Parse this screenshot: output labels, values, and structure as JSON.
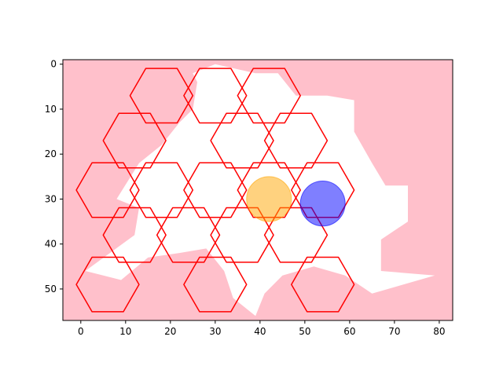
{
  "chart_data": {
    "type": "scatter",
    "subtype": "hexagon-map",
    "title": "",
    "xlabel": "",
    "ylabel": "",
    "xlim": [
      -4,
      83
    ],
    "ylim": [
      57,
      -1
    ],
    "y_inverted": true,
    "grid": false,
    "xticks": [
      0,
      10,
      20,
      30,
      40,
      50,
      60,
      70,
      80
    ],
    "yticks": [
      0,
      10,
      20,
      30,
      40,
      50
    ],
    "background_color": "#ffc0cb",
    "open_area_color": "#ffffff",
    "hexagon_color": "#ff0000",
    "hexagon_radius": 7,
    "open_area": [
      [
        25,
        2
      ],
      [
        30,
        0
      ],
      [
        39,
        2
      ],
      [
        44,
        2
      ],
      [
        48,
        7
      ],
      [
        55,
        7
      ],
      [
        61,
        8
      ],
      [
        61,
        15
      ],
      [
        65,
        22
      ],
      [
        68,
        27
      ],
      [
        73,
        27
      ],
      [
        73,
        35
      ],
      [
        67,
        39
      ],
      [
        67,
        46
      ],
      [
        79,
        47
      ],
      [
        65,
        51
      ],
      [
        59,
        47
      ],
      [
        52,
        45
      ],
      [
        45,
        47
      ],
      [
        41,
        51
      ],
      [
        39,
        56
      ],
      [
        34,
        52
      ],
      [
        32,
        46
      ],
      [
        28,
        41
      ],
      [
        22,
        42
      ],
      [
        15,
        43
      ],
      [
        9,
        48
      ],
      [
        1,
        46
      ],
      [
        12,
        38
      ],
      [
        13,
        32
      ],
      [
        8,
        30
      ],
      [
        13,
        22
      ],
      [
        18,
        18
      ],
      [
        22,
        13
      ],
      [
        25,
        10
      ],
      [
        26,
        4
      ]
    ],
    "hexagon_centers": [
      [
        18,
        7
      ],
      [
        30,
        7
      ],
      [
        42,
        7
      ],
      [
        12,
        17
      ],
      [
        36,
        17
      ],
      [
        48,
        17
      ],
      [
        6,
        28
      ],
      [
        18,
        28
      ],
      [
        30,
        28
      ],
      [
        42,
        28
      ],
      [
        54,
        28
      ],
      [
        12,
        38
      ],
      [
        24,
        38
      ],
      [
        36,
        38
      ],
      [
        48,
        38
      ],
      [
        6,
        49
      ],
      [
        30,
        49
      ],
      [
        54,
        49
      ]
    ],
    "circles": [
      {
        "x": 42,
        "y": 30,
        "radius": 5,
        "color": "#ffa500",
        "opacity": 0.5
      },
      {
        "x": 54,
        "y": 31,
        "radius": 5,
        "color": "#0000ff",
        "opacity": 0.5
      }
    ]
  }
}
